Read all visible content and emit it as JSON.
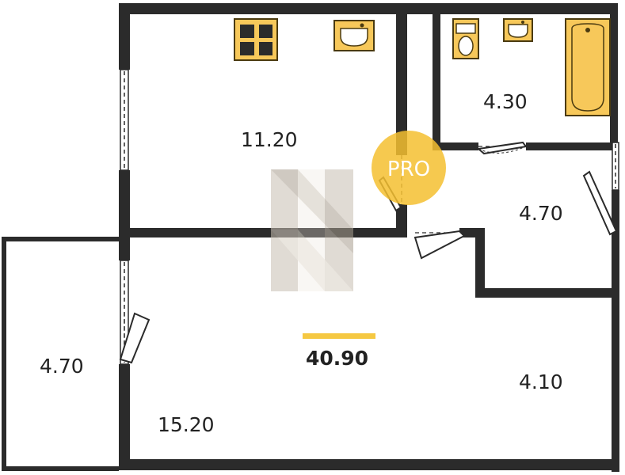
{
  "colors": {
    "wall": "#2b2b2b",
    "fixture_fill": "#f7c85a",
    "fixture_stroke": "#4a3a10",
    "accent_bar": "#f5c842",
    "pro_badge": "#f5c030",
    "watermark": "#b8aea0"
  },
  "rooms": {
    "kitchen": "11.20",
    "bathroom": "4.30",
    "hallway": "4.70",
    "corridor": "4.10",
    "living_room": "15.20",
    "balcony": "4.70"
  },
  "total_area": "40.90",
  "badge": {
    "text": "PRO"
  },
  "icons": {
    "stove": "stove-icon",
    "kitchen_sink": "kitchen-sink-icon",
    "toilet": "toilet-icon",
    "bathroom_sink": "bathroom-sink-icon",
    "bathtub": "bathtub-icon",
    "watermark": "h-logo-watermark"
  }
}
